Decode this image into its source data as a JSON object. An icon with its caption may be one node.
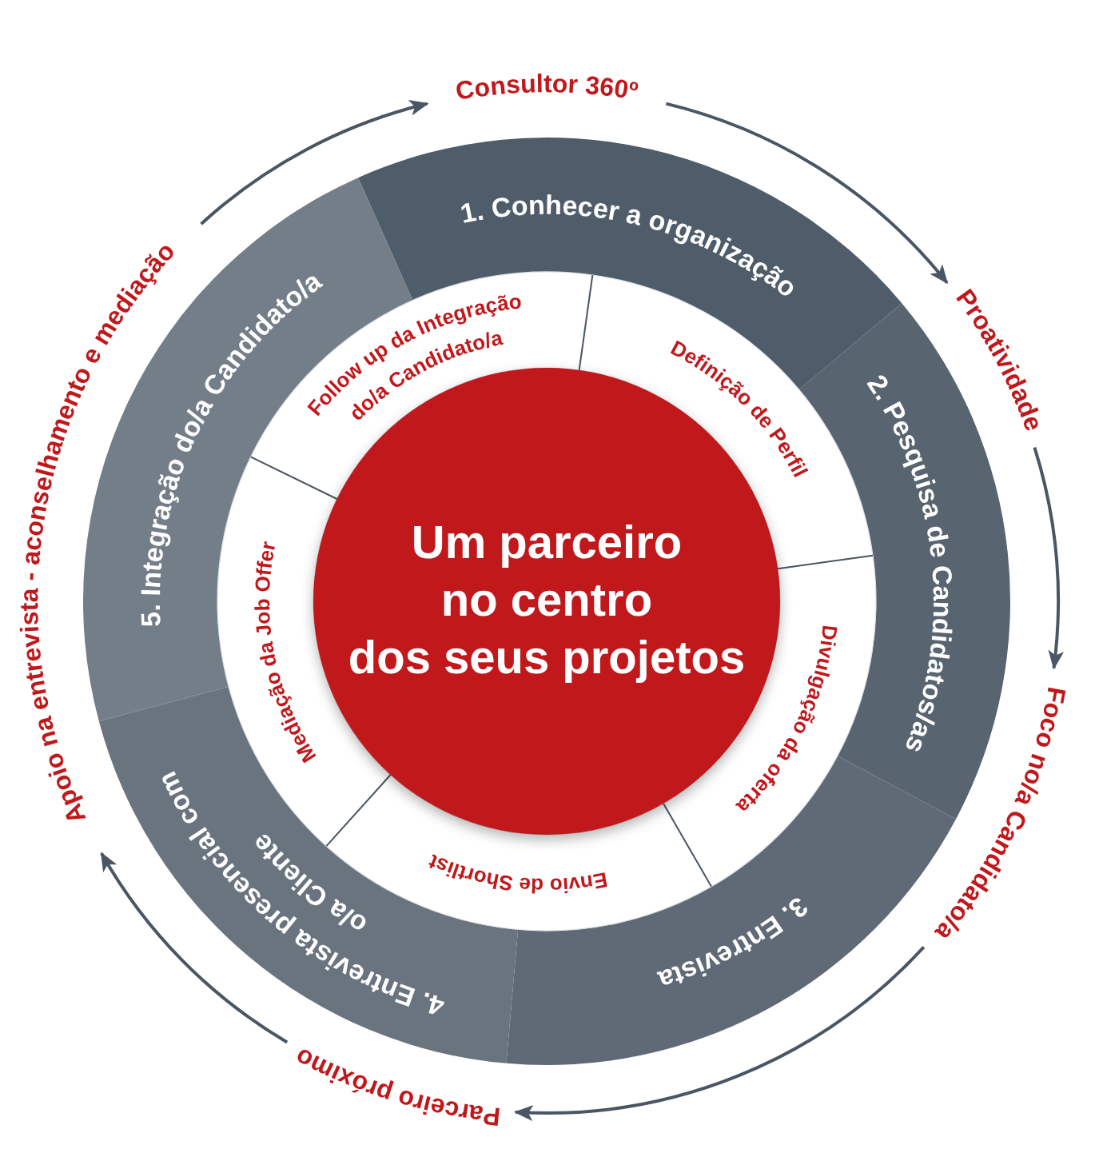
{
  "diagram": {
    "nodes": [
      {
        "text": [
          "Um parceiro no centro dos seus projetos"
        ]
      },
      {
        "text": [
          "1. Conhecer a organização"
        ]
      },
      {
        "text": [
          "2. Pesquisa de Candidatos/as"
        ]
      },
      {
        "text": [
          "3. Entrevista"
        ]
      },
      {
        "text": [
          "4. Entrevista presencial com o/a Cliente"
        ]
      },
      {
        "text": [
          "5. Integração do/a Candidato/a"
        ]
      },
      {
        "text": [
          "Definição de Perfil"
        ]
      },
      {
        "text": [
          "Divulgação da oferta"
        ]
      },
      {
        "text": [
          "Envio de Shortlist"
        ]
      },
      {
        "text": [
          "Mediação da Job Offer"
        ]
      },
      {
        "text": [
          "Follow up da Integração do/a Candidato/a"
        ]
      },
      {
        "text": [
          "Consultor 360º"
        ]
      },
      {
        "text": [
          "Proatividade"
        ]
      },
      {
        "text": [
          "Foco no/a Candidato/a"
        ]
      },
      {
        "text": [
          "Parceiro próximo"
        ]
      },
      {
        "text": [
          "Apoio na entrevista - aconselhamento e mediação"
        ]
      }
    ],
    "edges": [
      {
        "from": 15,
        "to": 11,
        "arrow": "to"
      },
      {
        "from": 11,
        "to": 12,
        "arrow": "to"
      },
      {
        "from": 12,
        "to": 13,
        "arrow": "to"
      },
      {
        "from": 13,
        "to": 14,
        "arrow": "to"
      },
      {
        "from": 14,
        "to": 15,
        "arrow": "to"
      }
    ]
  }
}
